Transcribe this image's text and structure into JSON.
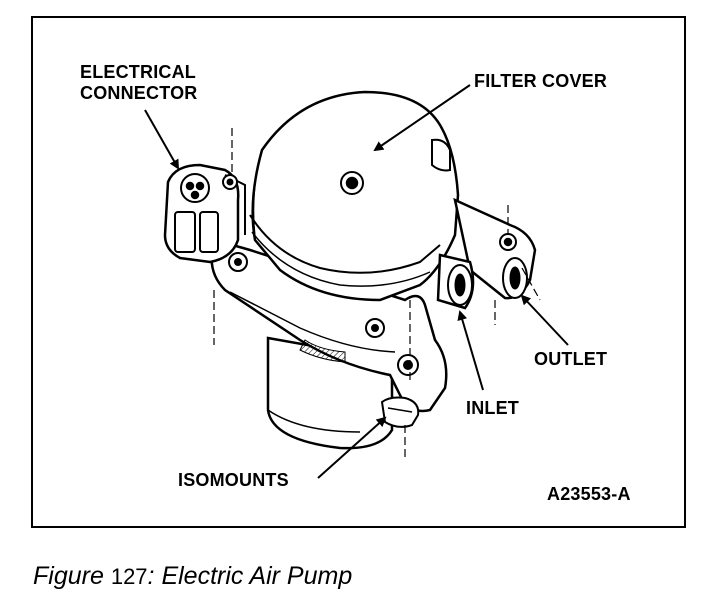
{
  "labels": {
    "electrical_connector": [
      "ELECTRICAL",
      "CONNECTOR"
    ],
    "filter_cover": "FILTER COVER",
    "outlet": "OUTLET",
    "inlet": "INLET",
    "isomounts": "ISOMOUNTS",
    "part_number": "A23553-A"
  },
  "caption": {
    "prefix": "Figure",
    "number": "127",
    "text": ": Electric Air Pump"
  }
}
